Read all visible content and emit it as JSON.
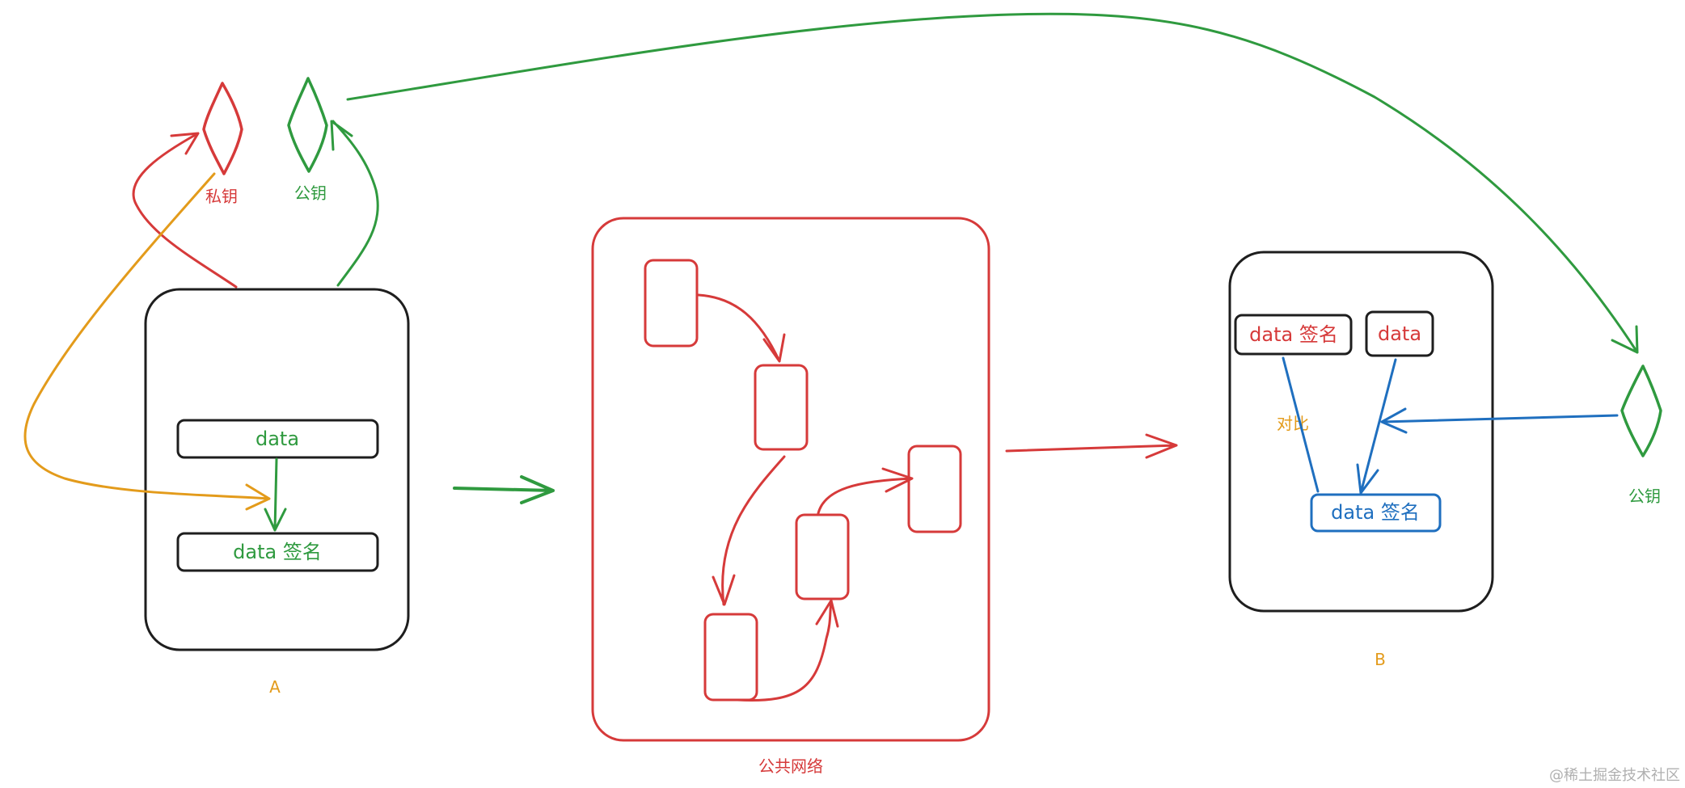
{
  "colors": {
    "red": "#d63a3a",
    "green": "#2f9a3f",
    "blue": "#1f6fbf",
    "orange": "#e39b1b",
    "black": "#1e1e1e"
  },
  "labels": {
    "private_key": "私钥",
    "public_key_a": "公钥",
    "label_a": "A",
    "public_network": "公共网络",
    "compare": "对比",
    "label_b": "B",
    "public_key_b": "公钥",
    "watermark": "@稀土掘金技术社区"
  },
  "box_a": {
    "data": "data",
    "data_signature": "data 签名"
  },
  "box_b": {
    "data_signature_red": "data 签名",
    "data_red": "data",
    "data_signature_blue": "data 签名"
  },
  "icons": {
    "private_key": "diamond-key-icon",
    "public_key": "diamond-key-icon"
  }
}
